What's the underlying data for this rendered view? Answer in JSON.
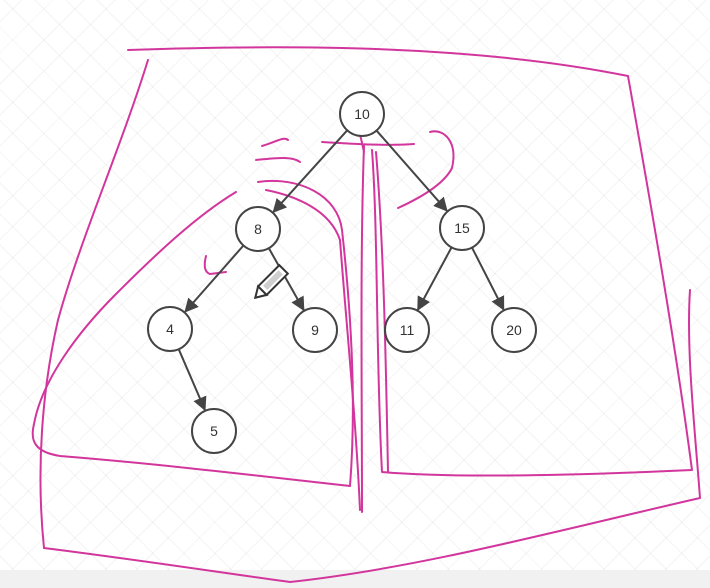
{
  "diagram": {
    "type": "binary-search-tree",
    "nodes": [
      {
        "id": "n10",
        "label": "10"
      },
      {
        "id": "n8",
        "label": "8"
      },
      {
        "id": "n15",
        "label": "15"
      },
      {
        "id": "n4",
        "label": "4"
      },
      {
        "id": "n9",
        "label": "9"
      },
      {
        "id": "n11",
        "label": "11"
      },
      {
        "id": "n20",
        "label": "20"
      },
      {
        "id": "n5",
        "label": "5"
      }
    ],
    "edges": [
      {
        "from": "n10",
        "to": "n8"
      },
      {
        "from": "n10",
        "to": "n15"
      },
      {
        "from": "n8",
        "to": "n4"
      },
      {
        "from": "n8",
        "to": "n9"
      },
      {
        "from": "n15",
        "to": "n11"
      },
      {
        "from": "n15",
        "to": "n20"
      },
      {
        "from": "n4",
        "to": "n5"
      }
    ]
  },
  "annotation_color": "#d2369c",
  "cursor": "pencil-cursor-icon"
}
